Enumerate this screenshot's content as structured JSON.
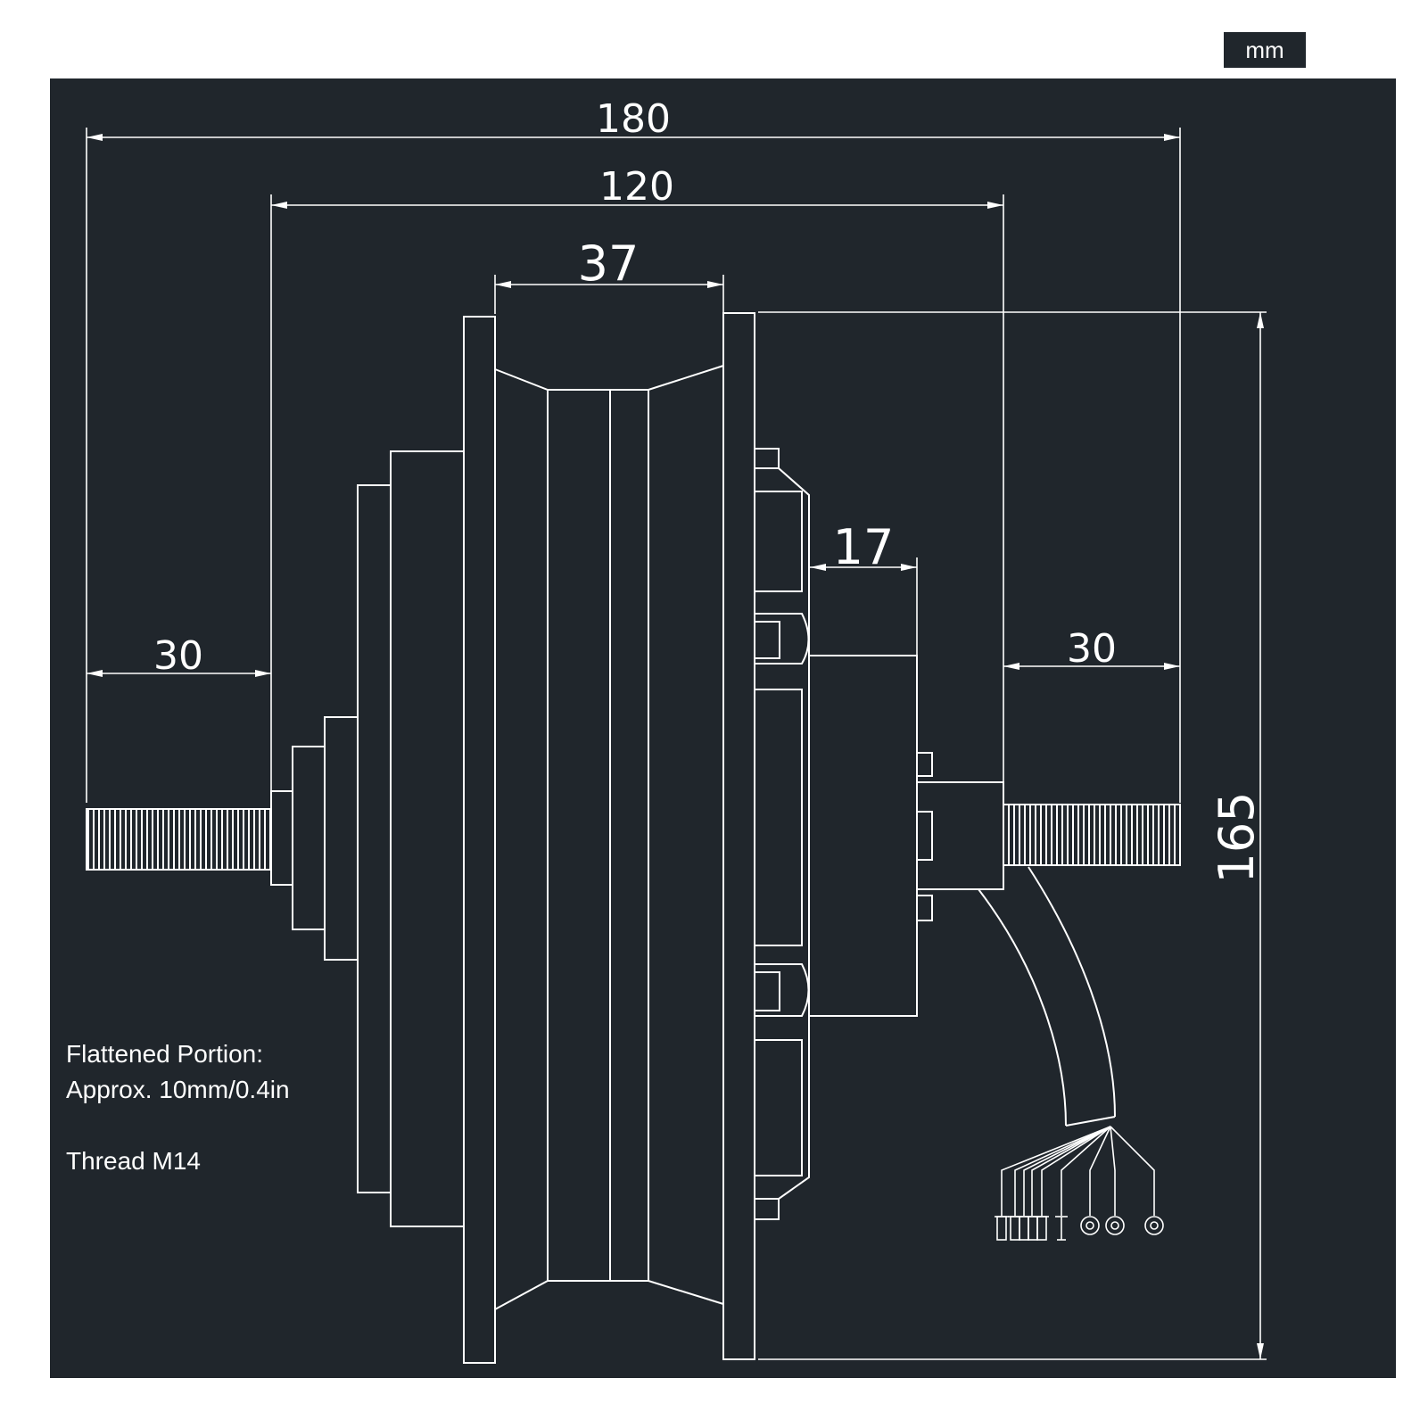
{
  "unit_label": "mm",
  "dimensions": {
    "overall_axle_length": "180",
    "hub_width": "120",
    "rim_width": "37",
    "side_cover_offset": "17",
    "left_axle_length": "30",
    "right_axle_length": "30",
    "rim_diameter": "165"
  },
  "notes": {
    "flattened_title": "Flattened Portion:",
    "flattened_value": "Approx. 10mm/0.4in",
    "thread": "Thread M14"
  },
  "colors": {
    "panel_background": "#20262c",
    "line_color": "#ffffff"
  }
}
